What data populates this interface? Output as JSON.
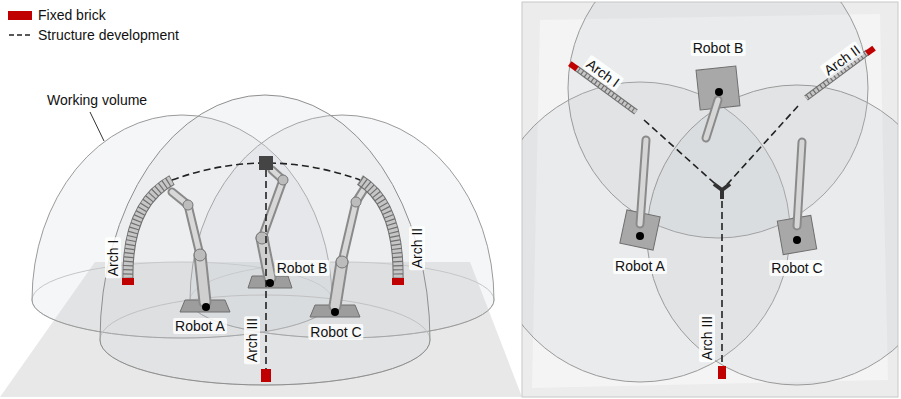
{
  "diagram": {
    "labels": [
      "Working volume",
      "Arch I",
      "Arch II",
      "Arch III",
      "Robot A",
      "Robot B",
      "Robot C",
      "Arch I",
      "Arch II",
      "Arch III",
      "Robot A",
      "Robot B",
      "Robot C"
    ],
    "legend": [
      {
        "text": "Fixed brick",
        "color": "#c00000"
      },
      {
        "text": "Structure development"
      }
    ]
  }
}
